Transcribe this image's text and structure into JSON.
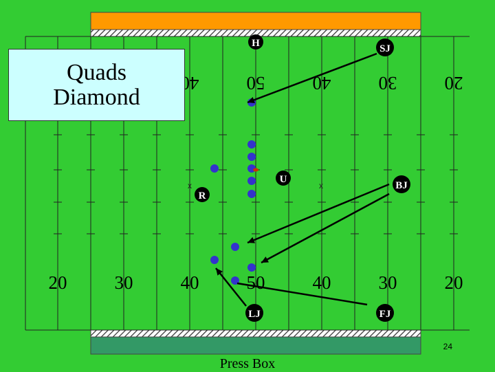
{
  "slide": {
    "title_lines": [
      "Quads",
      "Diamond"
    ],
    "slide_number": "24",
    "press_box_label": "Press Box"
  },
  "field": {
    "top_yard_numbers": [
      "20",
      "30",
      "40",
      "50",
      "40",
      "30",
      "20"
    ],
    "bottom_yard_numbers": [
      "20",
      "30",
      "40",
      "50",
      "40",
      "30",
      "20"
    ],
    "hash_marks": [
      "x",
      "x"
    ]
  },
  "officials": [
    {
      "label": "H"
    },
    {
      "label": "SJ"
    },
    {
      "label": "U"
    },
    {
      "label": "BJ"
    },
    {
      "label": "R"
    },
    {
      "label": "LJ"
    },
    {
      "label": "FJ"
    }
  ],
  "colors": {
    "field": "#33cc33",
    "top_bar": "#ff9900",
    "bottom_bar": "#339966",
    "title_box": "#ccffff",
    "player": "#3333cc",
    "official": "#000000",
    "ball": "#cc3300"
  }
}
